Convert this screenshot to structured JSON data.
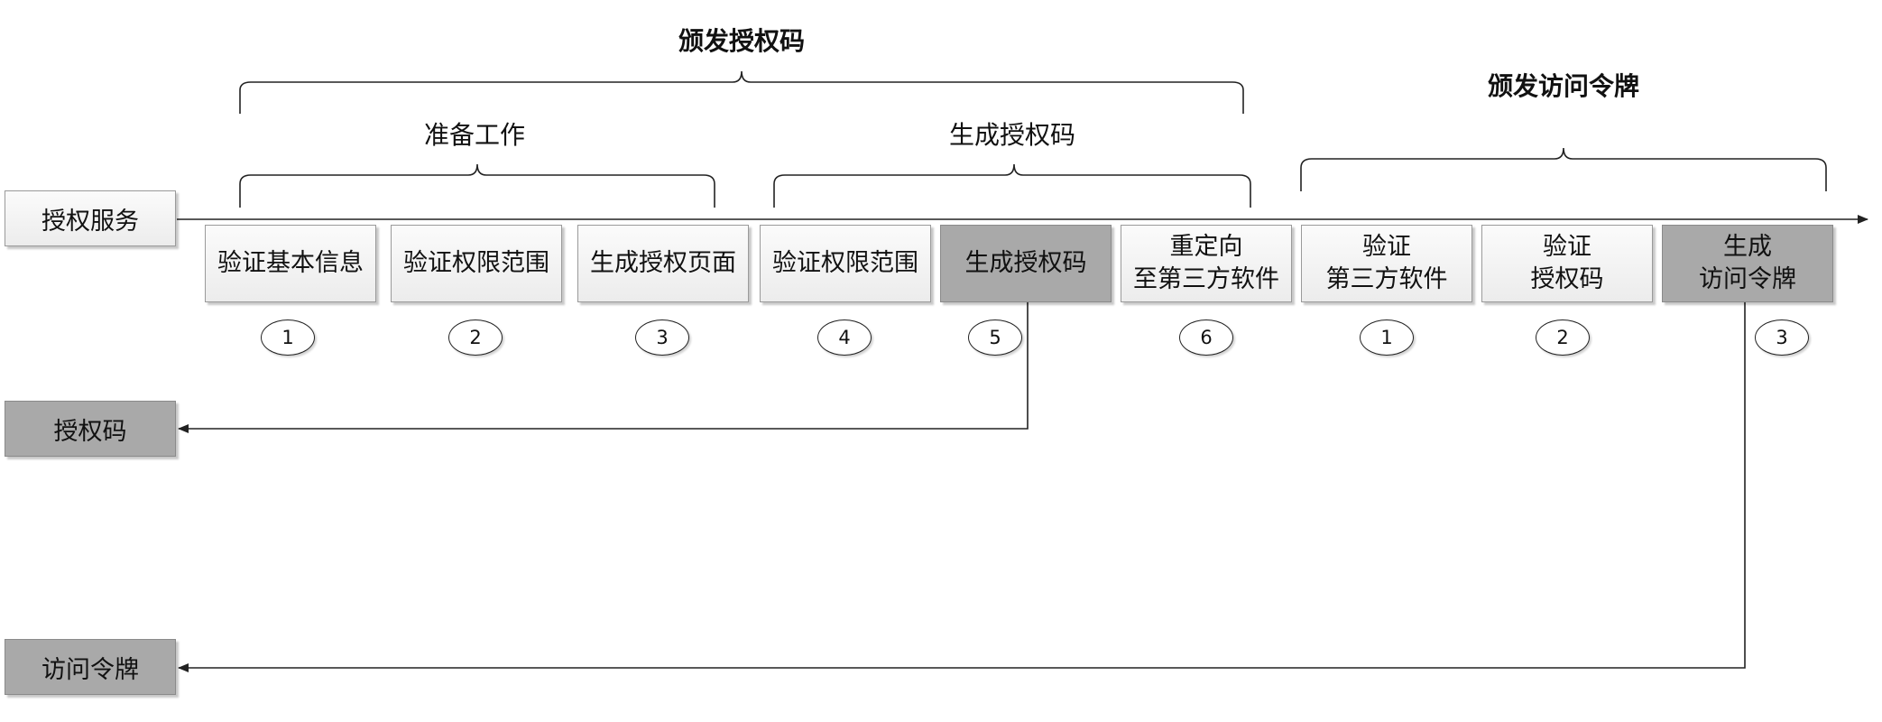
{
  "titles": {
    "issue_code": "颁发授权码",
    "issue_token": "颁发访问令牌",
    "prepare": "准备工作",
    "generate_code": "生成授权码"
  },
  "lanes": {
    "auth_service": "授权服务",
    "auth_code": "授权码",
    "access_token": "访问令牌"
  },
  "steps": [
    {
      "lines": [
        "验证基本信息"
      ],
      "num": "1",
      "dark": false
    },
    {
      "lines": [
        "验证权限范围"
      ],
      "num": "2",
      "dark": false
    },
    {
      "lines": [
        "生成授权页面"
      ],
      "num": "3",
      "dark": false
    },
    {
      "lines": [
        "验证权限范围"
      ],
      "num": "4",
      "dark": false
    },
    {
      "lines": [
        "生成授权码"
      ],
      "num": "5",
      "dark": true
    },
    {
      "lines": [
        "重定向",
        "至第三方软件"
      ],
      "num": "6",
      "dark": false
    },
    {
      "lines": [
        "验证",
        "第三方软件"
      ],
      "num": "1",
      "dark": false
    },
    {
      "lines": [
        "验证",
        "授权码"
      ],
      "num": "2",
      "dark": false
    },
    {
      "lines": [
        "生成",
        "访问令牌"
      ],
      "num": "3",
      "dark": true
    }
  ],
  "colors": {
    "dark_box": "#a9a9a9",
    "light_box": "#f2f2f2",
    "line": "#222222"
  }
}
